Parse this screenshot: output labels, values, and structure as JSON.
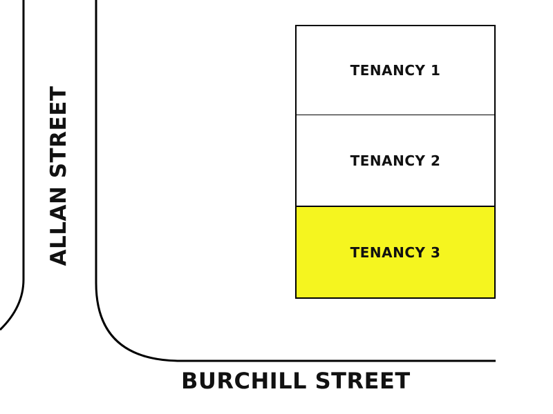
{
  "streets": {
    "allan": "ALLAN STREET",
    "burchill": "BURCHILL STREET"
  },
  "tenancies": [
    {
      "label": "TENANCY 1",
      "fill": "#ffffff",
      "highlighted": false
    },
    {
      "label": "TENANCY 2",
      "fill": "#ffffff",
      "highlighted": false
    },
    {
      "label": "TENANCY 3",
      "fill": "#f5f51f",
      "highlighted": true
    }
  ],
  "colors": {
    "outline": "#000000",
    "background": "#ffffff",
    "highlight": "#f5f51f"
  }
}
